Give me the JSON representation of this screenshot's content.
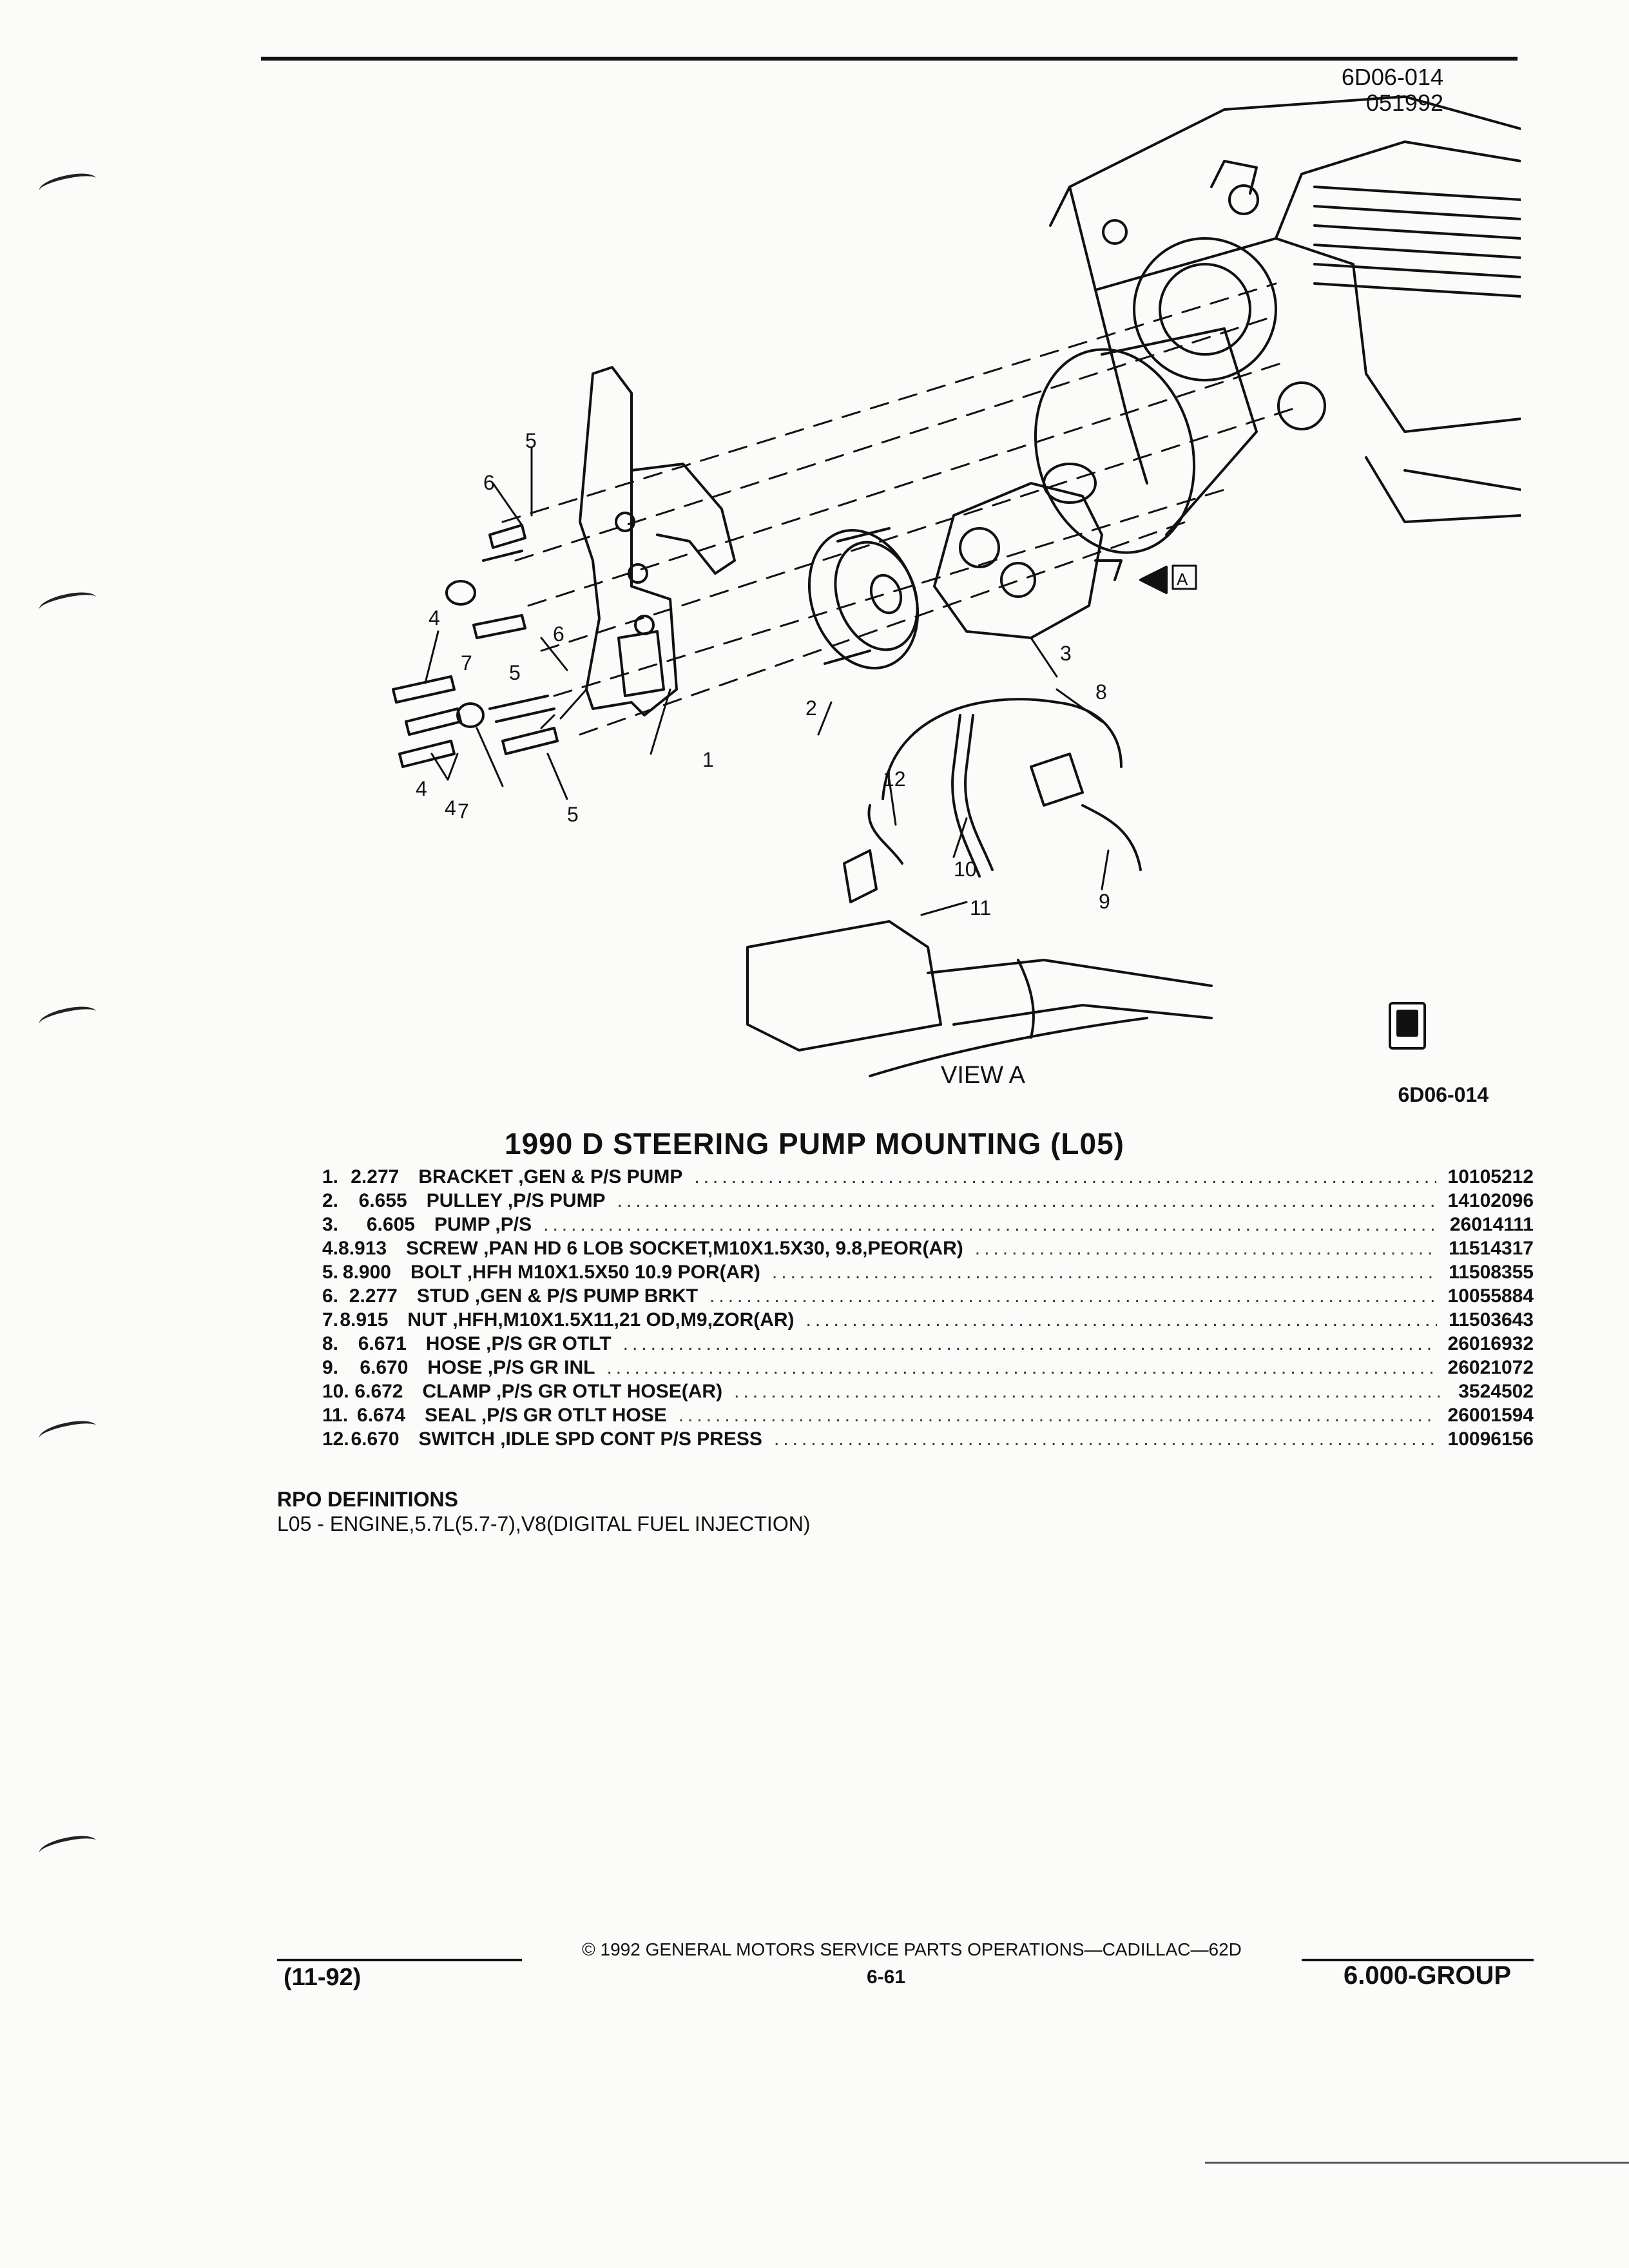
{
  "figure": {
    "ref_code": "6D06-014",
    "ref_date": "051992",
    "view_label": "VIEW A",
    "view_marker": "A",
    "bottom_ref": "6D06-014",
    "callouts": [
      "1",
      "2",
      "3",
      "4",
      "4",
      "4",
      "5",
      "5",
      "5",
      "6",
      "6",
      "7",
      "7",
      "8",
      "9",
      "10",
      "11",
      "12"
    ]
  },
  "title": "1990 D STEERING PUMP MOUNTING (L05)",
  "parts": [
    {
      "num": "1.",
      "group": "2.277",
      "desc": "BRACKET ,GEN & P/S PUMP",
      "part_no": "10105212"
    },
    {
      "num": "2.",
      "group": "6.655",
      "desc": "PULLEY ,P/S PUMP",
      "part_no": "14102096"
    },
    {
      "num": "3.",
      "group": "6.605",
      "desc": "PUMP ,P/S",
      "part_no": "26014111"
    },
    {
      "num": "4.",
      "group": "8.913",
      "desc": "SCREW ,PAN HD 6 LOB SOCKET,M10X1.5X30, 9.8,PEOR(AR)",
      "part_no": "11514317"
    },
    {
      "num": "5.",
      "group": "8.900",
      "desc": "BOLT ,HFH M10X1.5X50 10.9 POR(AR)",
      "part_no": "11508355"
    },
    {
      "num": "6.",
      "group": "2.277",
      "desc": "STUD ,GEN & P/S PUMP BRKT",
      "part_no": "10055884"
    },
    {
      "num": "7.",
      "group": "8.915",
      "desc": "NUT ,HFH,M10X1.5X11,21 OD,M9,ZOR(AR)",
      "part_no": "11503643"
    },
    {
      "num": "8.",
      "group": "6.671",
      "desc": "HOSE ,P/S GR OTLT",
      "part_no": "26016932"
    },
    {
      "num": "9.",
      "group": "6.670",
      "desc": "HOSE ,P/S GR INL",
      "part_no": "26021072"
    },
    {
      "num": "10.",
      "group": "6.672",
      "desc": "CLAMP ,P/S GR OTLT HOSE(AR)",
      "part_no": "3524502"
    },
    {
      "num": "11.",
      "group": "6.674",
      "desc": "SEAL ,P/S GR OTLT HOSE",
      "part_no": "26001594"
    },
    {
      "num": "12.",
      "group": "6.670",
      "desc": "SWITCH ,IDLE SPD CONT P/S PRESS",
      "part_no": "10096156"
    }
  ],
  "rpo": {
    "heading": "RPO DEFINITIONS",
    "definition": "L05 - ENGINE,5.7L(5.7-7),V8(DIGITAL FUEL INJECTION)"
  },
  "footer": {
    "copyright": "© 1992 GENERAL MOTORS SERVICE PARTS OPERATIONS—CADILLAC—62D",
    "page": "6-61",
    "date_code": "(11-92)",
    "group": "6.000-GROUP"
  }
}
